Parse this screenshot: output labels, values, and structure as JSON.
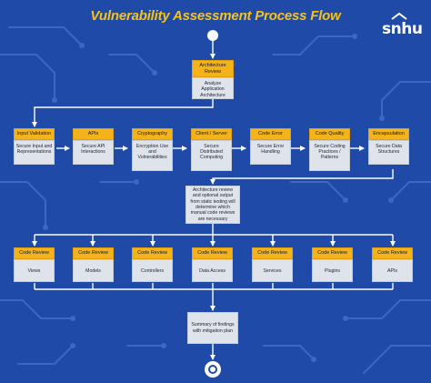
{
  "title": "Vulnerability Assessment Process Flow",
  "logo_text": "snhu",
  "colors": {
    "background": "#1f4aa8",
    "header": "#f4b31b",
    "box": "#dfe3ea",
    "connector": "#ffffff",
    "title": "#f7c316"
  },
  "architecture": {
    "header": "Architecture Review",
    "body": "Analyze Application Architecture"
  },
  "security_areas": [
    {
      "header": "Input Validation",
      "body": "Secure Input and Representations"
    },
    {
      "header": "APIs",
      "body": "Secure API Interactions"
    },
    {
      "header": "Cryptography",
      "body": "Encryption Use and Vulnerabilities"
    },
    {
      "header": "Client / Server",
      "body": "Secure Distributed Computing"
    },
    {
      "header": "Code Error",
      "body": "Secure Error Handling"
    },
    {
      "header": "Code Quality",
      "body": "Secure Coding Practices / Patterns"
    },
    {
      "header": "Encapsulation",
      "body": "Secure Data Structures"
    }
  ],
  "decision_note": "Architecture review and optional output from static testing will determine which manual code reviews are necessary",
  "code_reviews": [
    {
      "header": "Code Review",
      "body": "Views"
    },
    {
      "header": "Code Review",
      "body": "Models"
    },
    {
      "header": "Code Review",
      "body": "Controllers"
    },
    {
      "header": "Code Review",
      "body": "Data Access"
    },
    {
      "header": "Code Review",
      "body": "Services"
    },
    {
      "header": "Code Review",
      "body": "Plugins"
    },
    {
      "header": "Code Review",
      "body": "APIs"
    }
  ],
  "summary": "Summary of findings with mitigation plan"
}
